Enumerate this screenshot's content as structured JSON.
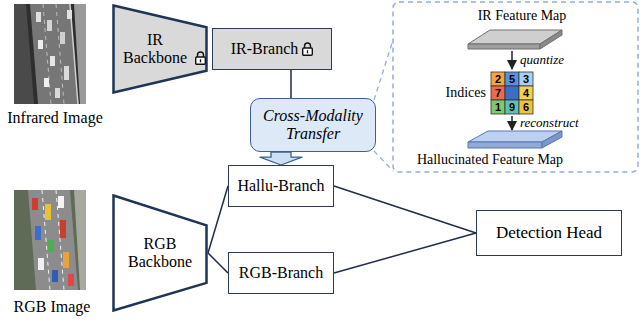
{
  "diagram": {
    "nodes": [
      {
        "text": [
          "IR Backbone"
        ]
      },
      {
        "text": [
          "IR-Branch"
        ]
      },
      {
        "text": [
          "Cross-Modality Transfer"
        ]
      },
      {
        "text": [
          "RGB Backbone"
        ]
      },
      {
        "text": [
          "Hallu-Branch"
        ]
      },
      {
        "text": [
          "RGB-Branch"
        ]
      },
      {
        "text": [
          "Detection Head"
        ]
      }
    ],
    "edges": [
      {
        "from": 0,
        "to": 1,
        "arrow": "none"
      },
      {
        "from": 1,
        "to": 2,
        "arrow": "none"
      },
      {
        "from": 2,
        "to": 4,
        "arrow": "to"
      },
      {
        "from": 3,
        "to": 4,
        "arrow": "none"
      },
      {
        "from": 3,
        "to": 5,
        "arrow": "none"
      },
      {
        "from": 4,
        "to": 6,
        "arrow": "none"
      },
      {
        "from": 5,
        "to": 6,
        "arrow": "none"
      }
    ],
    "labels": [
      "Infrared Image",
      "IR Feature Map",
      "quantize",
      "Indices",
      "2",
      "5",
      "3",
      "7",
      "4",
      "1",
      "9",
      "6",
      "reconstruct",
      "Hallucinated Feature Map",
      "RGB Image"
    ]
  }
}
